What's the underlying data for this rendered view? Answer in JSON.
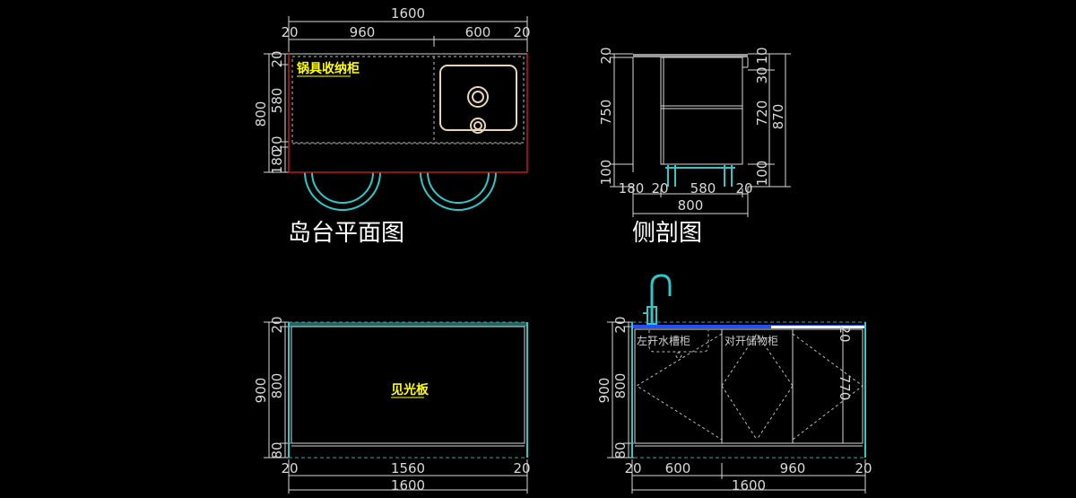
{
  "plan_view": {
    "title": "岛台平面图",
    "label": "锅具收纳柜",
    "dims": {
      "overall_width": "1600",
      "top_left_20": "20",
      "top_960": "960",
      "top_600": "600",
      "top_right_20": "20",
      "left_800": "800",
      "left_20_top": "20",
      "left_580": "580",
      "left_20_mid": "20",
      "left_180": "180"
    }
  },
  "side_section": {
    "title": "侧剖图",
    "dims": {
      "left_20": "20",
      "left_750": "750",
      "left_100": "100",
      "right_10": "10",
      "right_30": "30",
      "right_720": "720",
      "right_100": "100",
      "right_870": "870",
      "bottom_180": "180",
      "bottom_20a": "20",
      "bottom_580": "580",
      "bottom_20b": "20",
      "bottom_800": "800"
    }
  },
  "front_left": {
    "label": "见光板",
    "dims": {
      "left_900": "900",
      "left_20": "20",
      "left_800": "800",
      "left_80": "80",
      "bottom_20a": "20",
      "bottom_1560": "1560",
      "bottom_20b": "20",
      "bottom_1600": "1600"
    }
  },
  "front_right": {
    "label_left": "左开水槽柜",
    "label_right": "对开储物柜",
    "dims": {
      "left_900": "900",
      "left_20": "20",
      "left_800": "800",
      "left_80": "80",
      "right_20": "20",
      "right_770": "770",
      "bottom_20a": "20",
      "bottom_600": "600",
      "bottom_960": "960",
      "bottom_20b": "20",
      "bottom_1600": "1600"
    }
  }
}
